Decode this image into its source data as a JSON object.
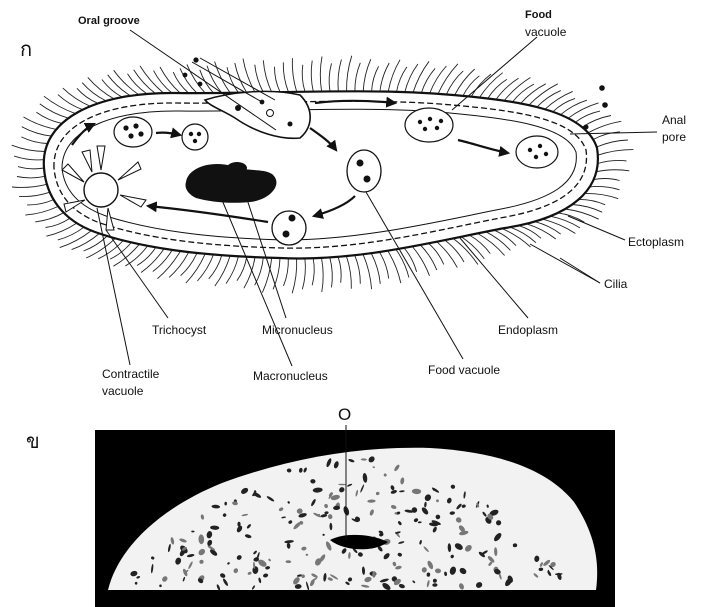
{
  "panel_a": {
    "marker": "ก",
    "labels": {
      "oral_groove": "Oral groove",
      "food_vacuole_top_1": "Food",
      "food_vacuole_top_2": "vacuole",
      "anal_pore_1": "Anal",
      "anal_pore_2": "pore",
      "ectoplasm": "Ectoplasm",
      "cilia": "Cilia",
      "endoplasm": "Endoplasm",
      "food_vacuole_bottom": "Food vacuole",
      "micronucleus": "Micronucleus",
      "macronucleus": "Macronucleus",
      "trichocyst": "Trichocyst",
      "contractile_vacuole_1": "Contractile",
      "contractile_vacuole_2": "vacuole"
    }
  },
  "panel_b": {
    "marker": "ข",
    "label_o": "O"
  }
}
